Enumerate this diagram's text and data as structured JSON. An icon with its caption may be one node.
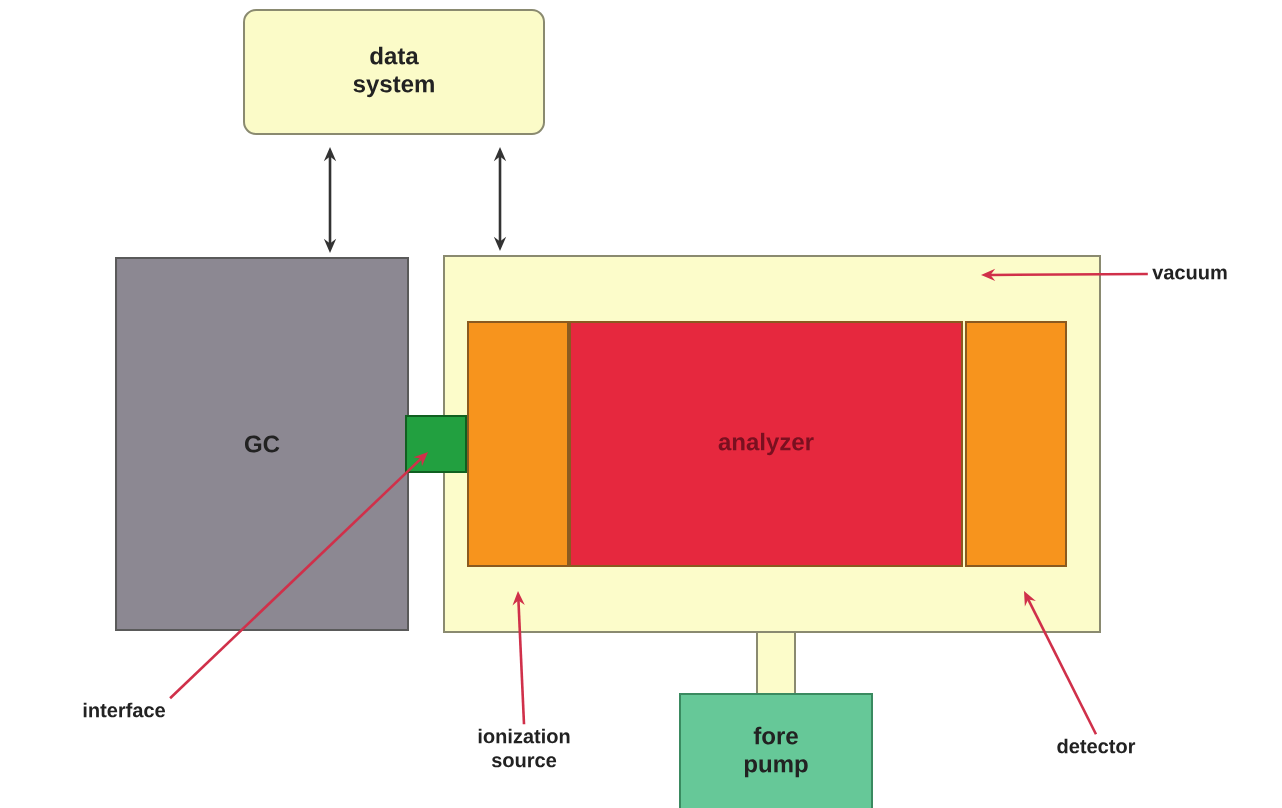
{
  "diagram": {
    "nodes": [
      {
        "text": [
          "data system"
        ]
      },
      {
        "text": [
          "GC"
        ]
      },
      {
        "text": [],
        "shape": "box"
      },
      {
        "text": [],
        "shape": "box",
        "in": 2
      },
      {
        "text": [
          "analyzer"
        ],
        "in": 2
      },
      {
        "text": [],
        "shape": "box",
        "in": 2
      },
      {
        "text": [],
        "shape": "box"
      },
      {
        "text": [
          "fore pump"
        ]
      },
      {
        "text": [
          "vacuum"
        ]
      },
      {
        "text": [
          "interface"
        ]
      },
      {
        "text": [
          "ionization source"
        ]
      },
      {
        "text": [
          "detector"
        ]
      }
    ],
    "edges": [
      {
        "from": 0,
        "to": 1,
        "arrow": "both",
        "color": "#333333"
      },
      {
        "from": 0,
        "to": 2,
        "arrow": "both",
        "color": "#333333"
      },
      {
        "from": 8,
        "to": 2,
        "arrow": "to"
      },
      {
        "from": 9,
        "to": 6,
        "arrow": "to"
      },
      {
        "from": 10,
        "to": 3,
        "arrow": "to"
      },
      {
        "from": 11,
        "to": 5,
        "arrow": "to"
      },
      {
        "from": 2,
        "to": 7,
        "arrow": "none",
        "style": "thick",
        "color": "#8a8a70"
      }
    ]
  }
}
